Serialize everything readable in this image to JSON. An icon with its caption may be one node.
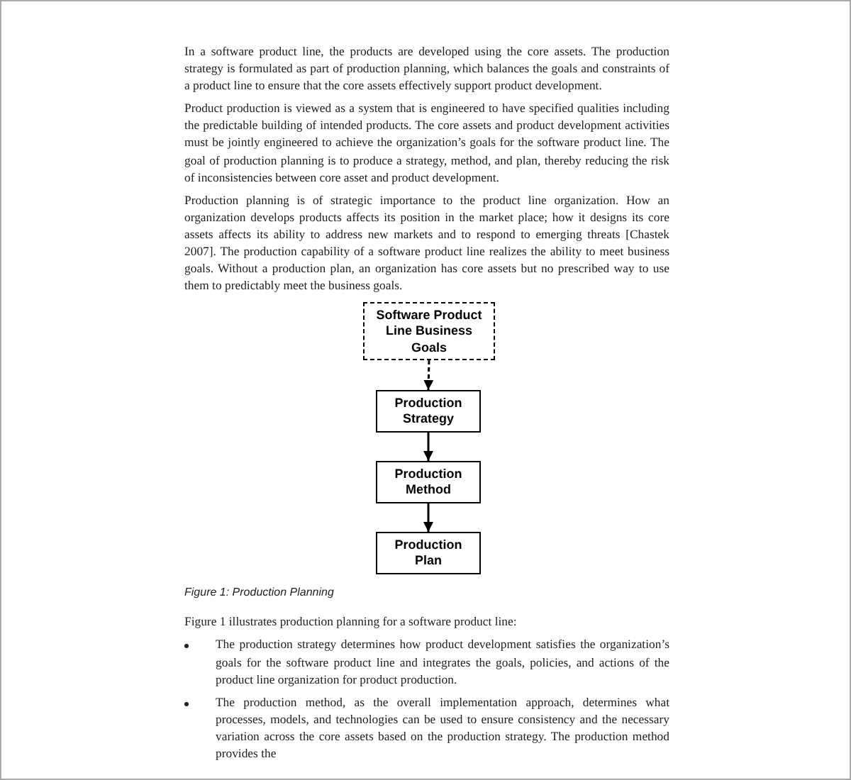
{
  "diagram": {
    "caption": "Figure 1: Production Planning",
    "nodes": [
      {
        "text": [
          "Software Product Line Business Goals"
        ]
      },
      {
        "text": [
          "Production Strategy"
        ]
      },
      {
        "text": [
          "Production Method"
        ]
      },
      {
        "text": [
          "Production Plan"
        ]
      }
    ],
    "edges": [
      {
        "from": 0,
        "to": 1,
        "arrow": "to",
        "style": "dashed"
      },
      {
        "from": 1,
        "to": 2,
        "arrow": "to"
      },
      {
        "from": 2,
        "to": 3,
        "arrow": "to"
      }
    ],
    "labels": [
      "In a software product line, the products are developed using the core assets. The production strategy is formulated as part of production planning, which balances the goals and constraints of a product line to ensure that the core assets effectively support product development.",
      "Product production is viewed as a system that is engineered to have specified qualities including the predictable building of intended products. The core assets and product development activities must be jointly engineered to achieve the organization’s goals for the software product line. The goal of production planning is to produce a strategy, method, and plan, thereby reducing the risk of inconsistencies between core asset and product development.",
      "Production planning is of strategic importance to the product line organization. How an organization develops products affects its position in the market place; how it designs its core assets affects its ability to address new markets and to respond to emerging threats [Chastek 2007]. The production capability of a software product line realizes the ability to meet business goals. Without a production plan, an organization has core assets but no prescribed way to use them to predictably meet the business goals.",
      "Figure 1 illustrates production planning for a software product line:",
      "The production strategy determines how product development satisfies the organization’s goals for the software product line and integrates the goals, policies, and actions of the product line organization for product production.",
      "The production method, as the overall implementation approach, determines what processes, models, and technologies can be used to ensure consistency and the necessary variation across the core assets based on the production strategy. The production method provides the"
    ]
  }
}
